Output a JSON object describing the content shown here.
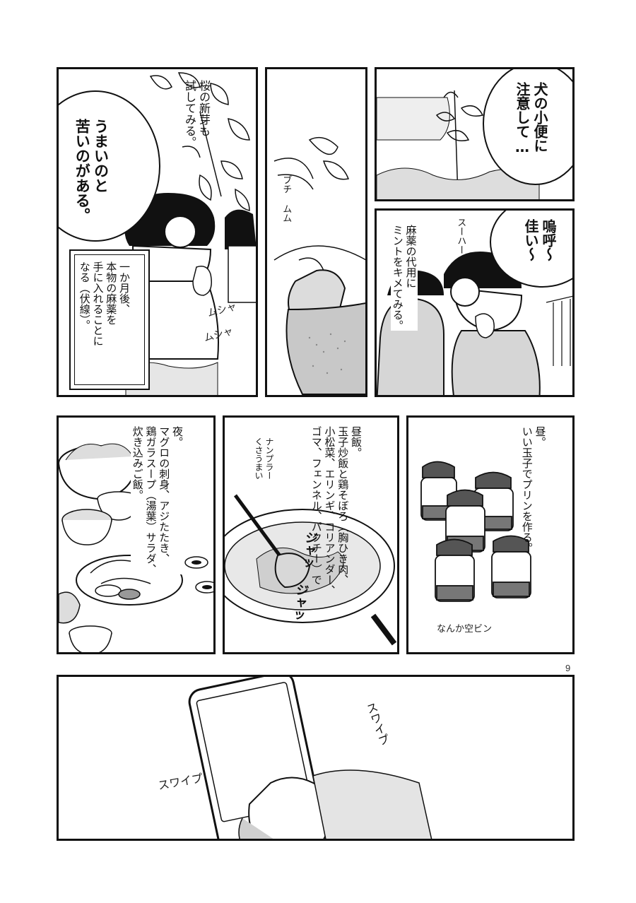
{
  "page_number": "9",
  "panel1": {
    "bubble_text": "うまいのと\n苦いのがある。",
    "narration": "桜の新芽も\n試してみる。",
    "caption": "一か月後、\n本物の麻薬を\n手に入れることに\nなる（伏線）。",
    "sfx": [
      "ムシャ",
      "ムシャ"
    ]
  },
  "panel2": {
    "sfx": "ブチ ムム"
  },
  "panel3": {
    "bubble_text": "犬の小便に\n注意して…"
  },
  "panel4": {
    "bubble_text": "嗚呼〜\n佳い〜",
    "narration": "麻薬の代用に\nミントをキメてみる。",
    "sfx": "スーハー"
  },
  "panel5": {
    "narration": "昼。\nいい玉子でプリンを作る。",
    "note": "なんか空ビン"
  },
  "panel6": {
    "narration": "昼飯。\n玉子炒飯と鶏そぼろ（胸ひき肉、\n小松菜、エリンギ、コリアンダー、\nゴマ、フェンネル、パクチー）で",
    "note": "ナンプラー\nくさうまい",
    "sfx": "ジャッ ジャッ"
  },
  "panel7": {
    "narration": "夜。\nマグロの刺身、アジたたき、\n鶏ガラスープ（湯葉）サラダ、\n炊き込みご飯。"
  },
  "panel8": {
    "sfx_left": "スワイプ",
    "sfx_right": "スワイプ"
  }
}
